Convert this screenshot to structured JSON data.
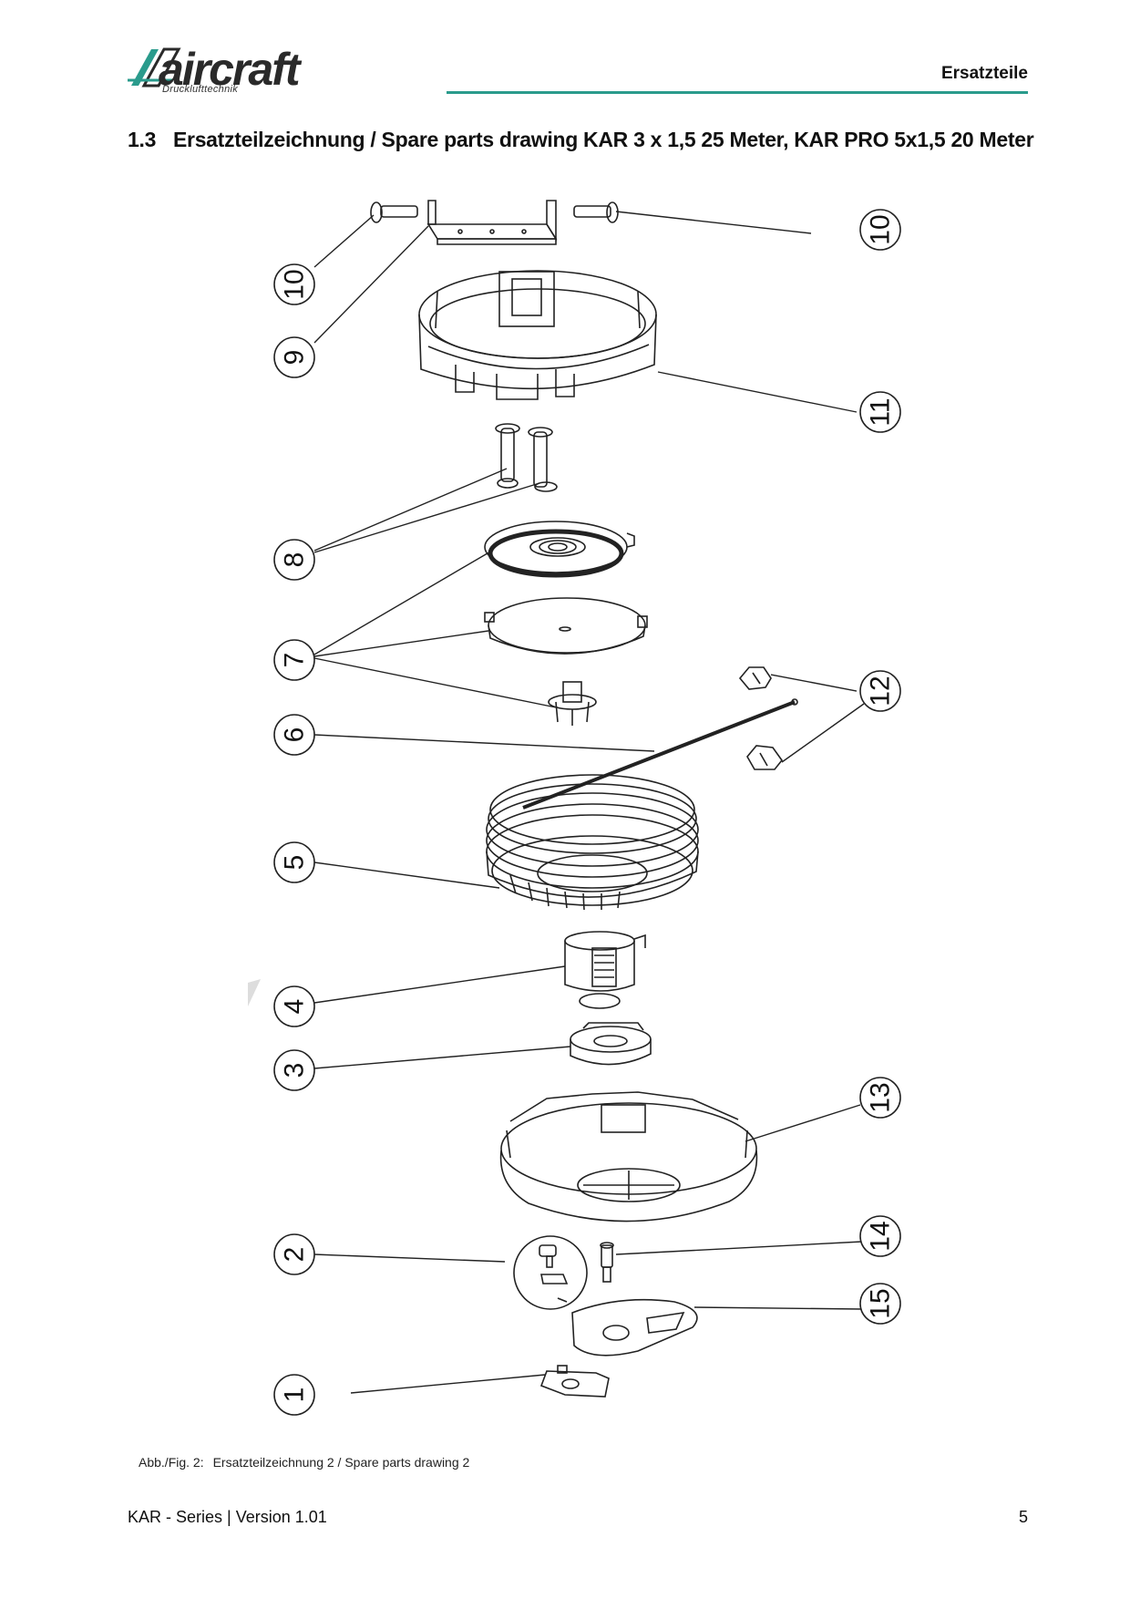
{
  "brand": {
    "name": "aircraft",
    "tagline": "Drucklufttechnik",
    "color": "#2a9b8c"
  },
  "header": {
    "section": "Ersatzteile"
  },
  "section": {
    "number": "1.3",
    "title": "Ersatzteilzeichnung / Spare parts drawing KAR 3 x 1,5 25 Meter, KAR PRO 5x1,5 20 Meter"
  },
  "callouts": [
    "10",
    "10",
    "9",
    "11",
    "8",
    "7",
    "12",
    "6",
    "5",
    "4",
    "3",
    "13",
    "2",
    "14",
    "15",
    "1"
  ],
  "caption": {
    "label": "Abb./Fig. 2:",
    "text": "Ersatzteilzeichnung 2 / Spare parts drawing 2"
  },
  "footer": {
    "left": "KAR - Series | Version 1.01",
    "page": "5"
  }
}
